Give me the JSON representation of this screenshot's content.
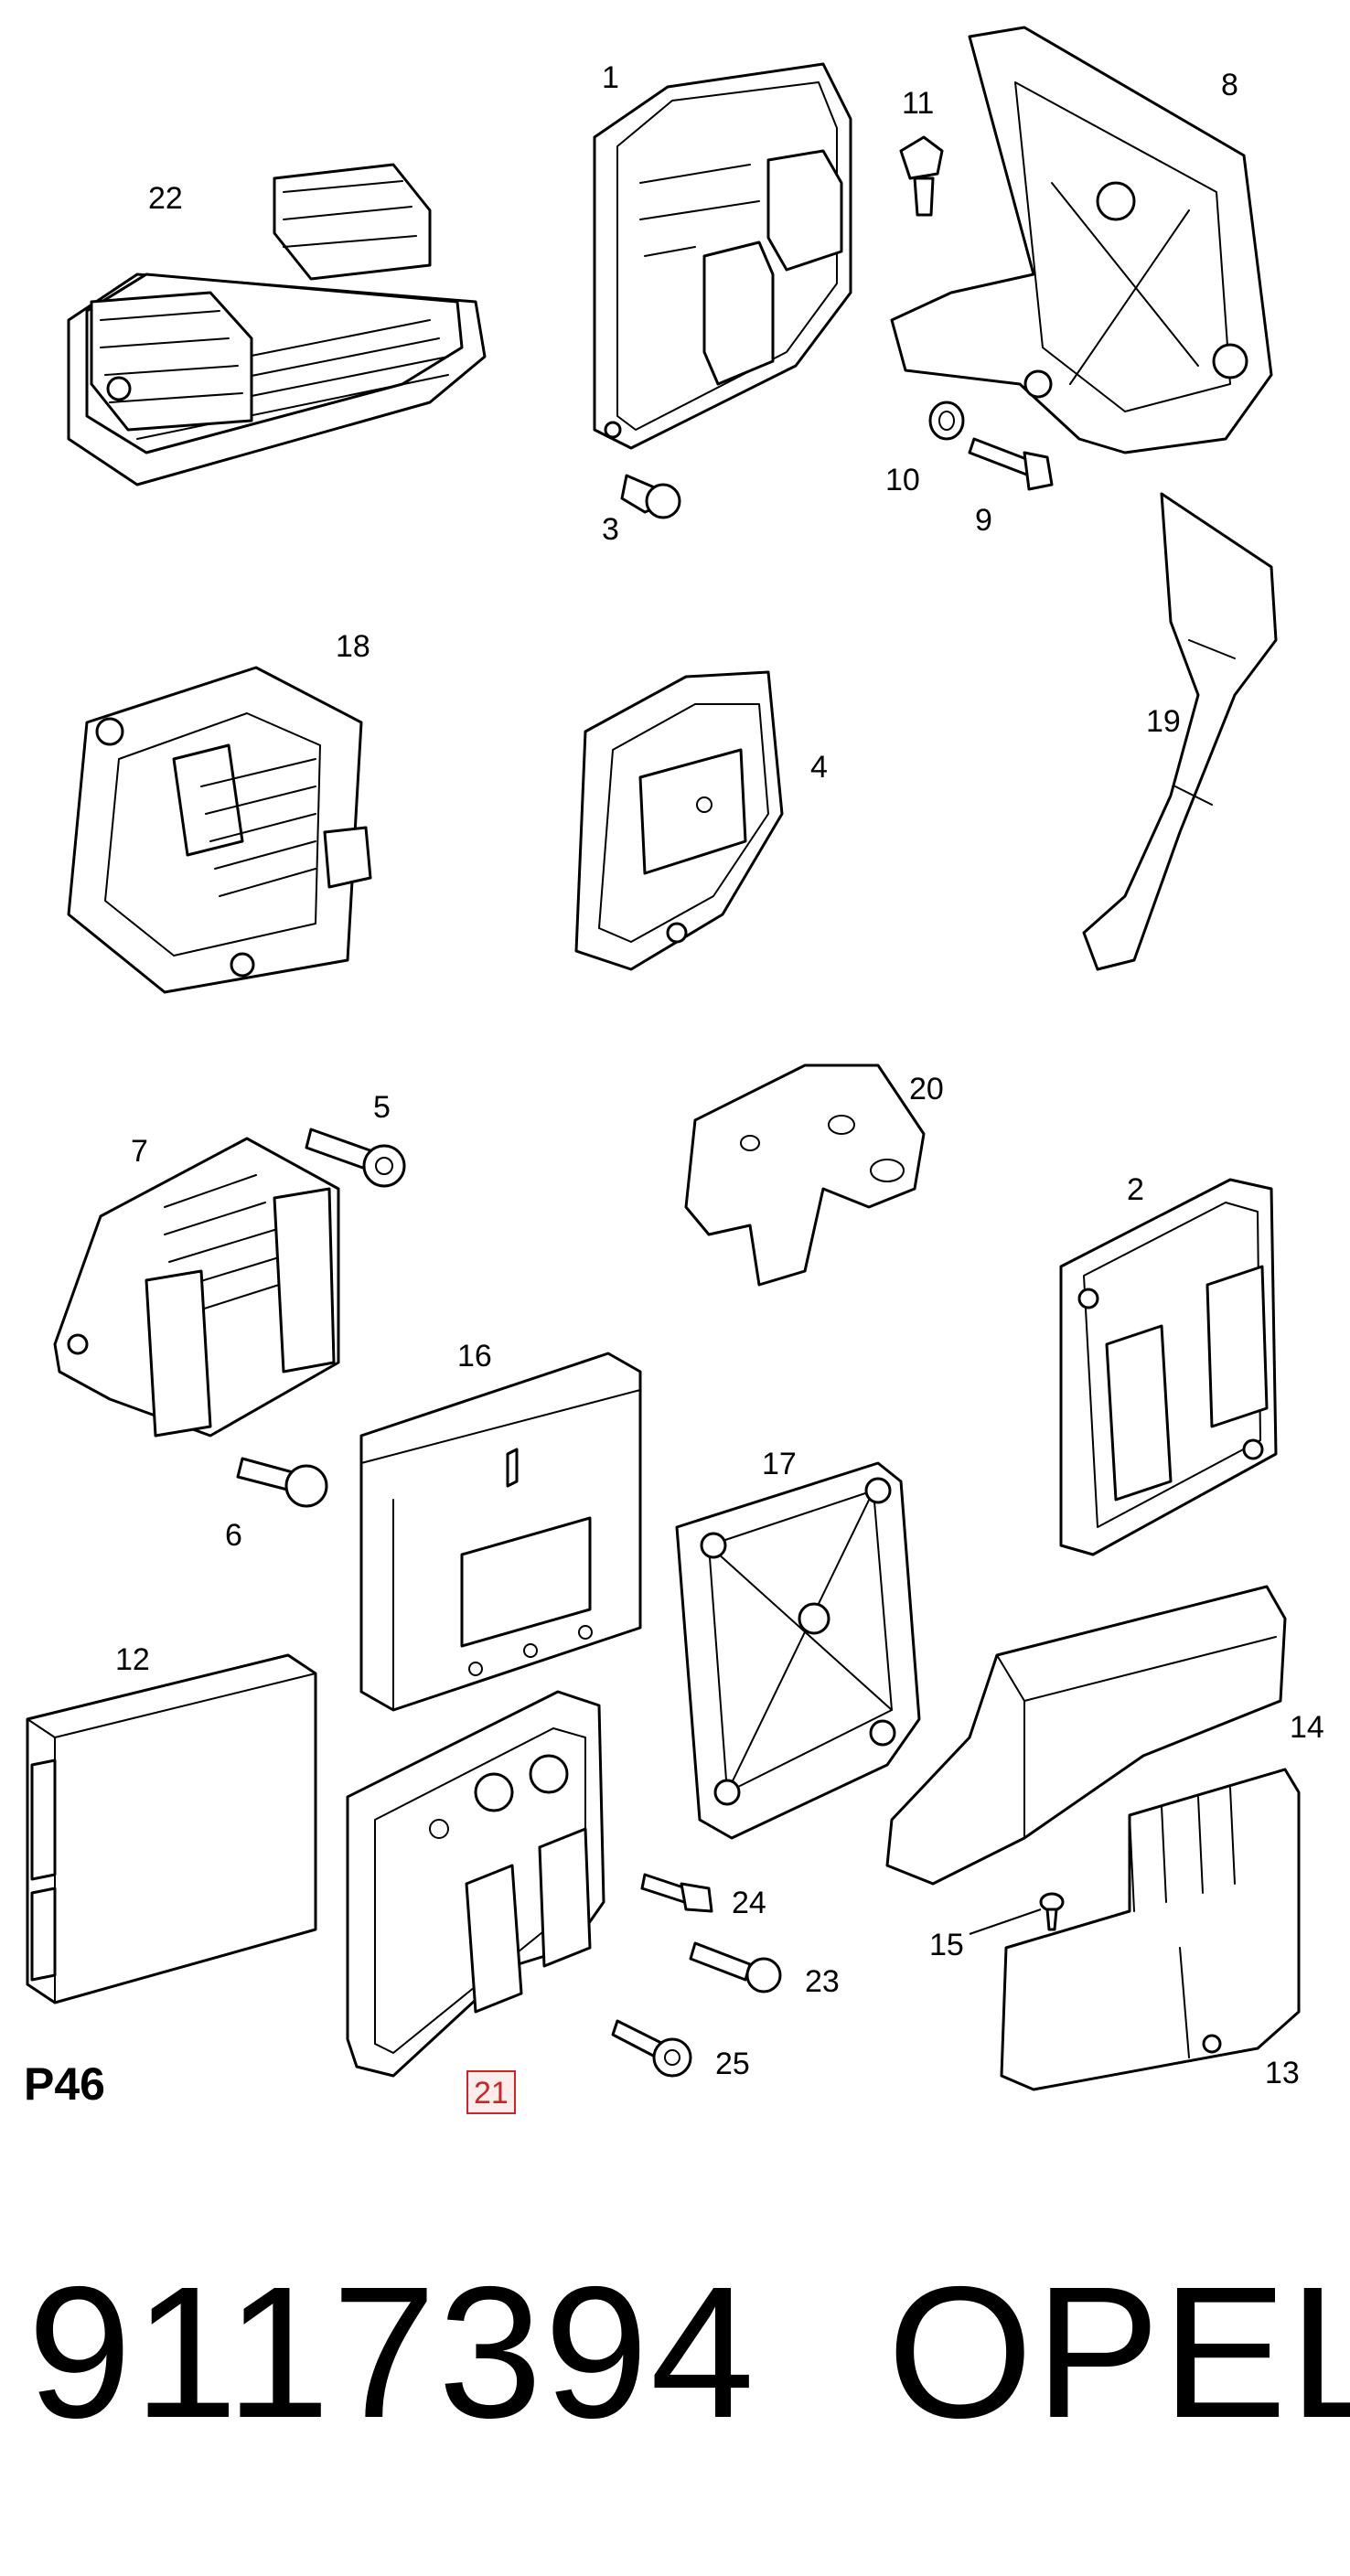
{
  "diagram": {
    "page_code": "P46",
    "highlighted_callout": "21",
    "highlight_color": "#c62828",
    "callouts": [
      "1",
      "2",
      "3",
      "4",
      "5",
      "6",
      "7",
      "8",
      "9",
      "10",
      "11",
      "12",
      "13",
      "14",
      "15",
      "16",
      "17",
      "18",
      "19",
      "20",
      "21",
      "22",
      "23",
      "24",
      "25"
    ]
  },
  "footer": {
    "part_number": "9117394",
    "brand": "OPEL"
  }
}
